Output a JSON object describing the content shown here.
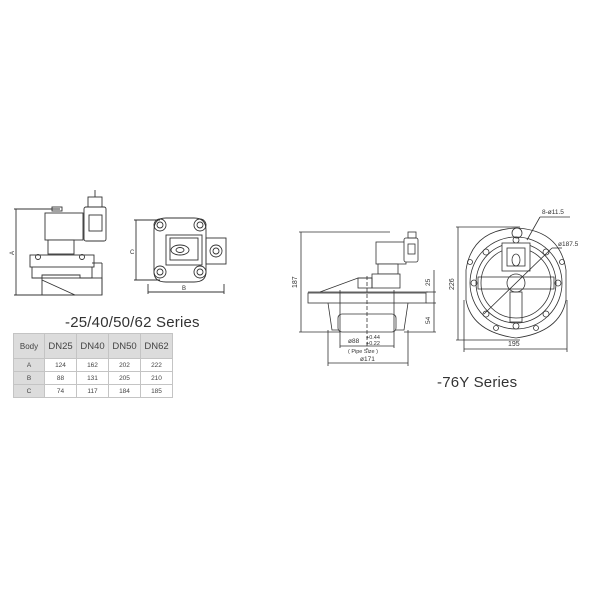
{
  "left_drawing": {
    "series_title": "-25/40/50/62 Series",
    "side_view_dim_label": "A",
    "top_view_dim_labels": {
      "height": "C",
      "width": "B"
    },
    "table": {
      "header": [
        "Body",
        "DN25",
        "DN40",
        "DN50",
        "DN62"
      ],
      "rows": [
        {
          "label": "A",
          "values": [
            "124",
            "162",
            "202",
            "222"
          ]
        },
        {
          "label": "B",
          "values": [
            "88",
            "131",
            "205",
            "210"
          ]
        },
        {
          "label": "C",
          "values": [
            "74",
            "117",
            "184",
            "185"
          ]
        }
      ]
    }
  },
  "right_drawing": {
    "series_title": "-76Y Series",
    "side_view": {
      "height_total": "187",
      "upper_dim": "25",
      "lower_dim": "54",
      "pipe_dia": "ø88",
      "pipe_tol_upper": "+0.44",
      "pipe_tol_lower": "+0.22",
      "pipe_label": "( Pipe Size )",
      "flange_dia": "ø171"
    },
    "top_view": {
      "holes": "8-ø11.5",
      "bolt_circle": "ø187.5",
      "height": "226",
      "width": "195"
    }
  },
  "colors": {
    "line": "#333333",
    "table_header_bg": "#dcdcdc",
    "table_border": "#c4c4c4"
  }
}
